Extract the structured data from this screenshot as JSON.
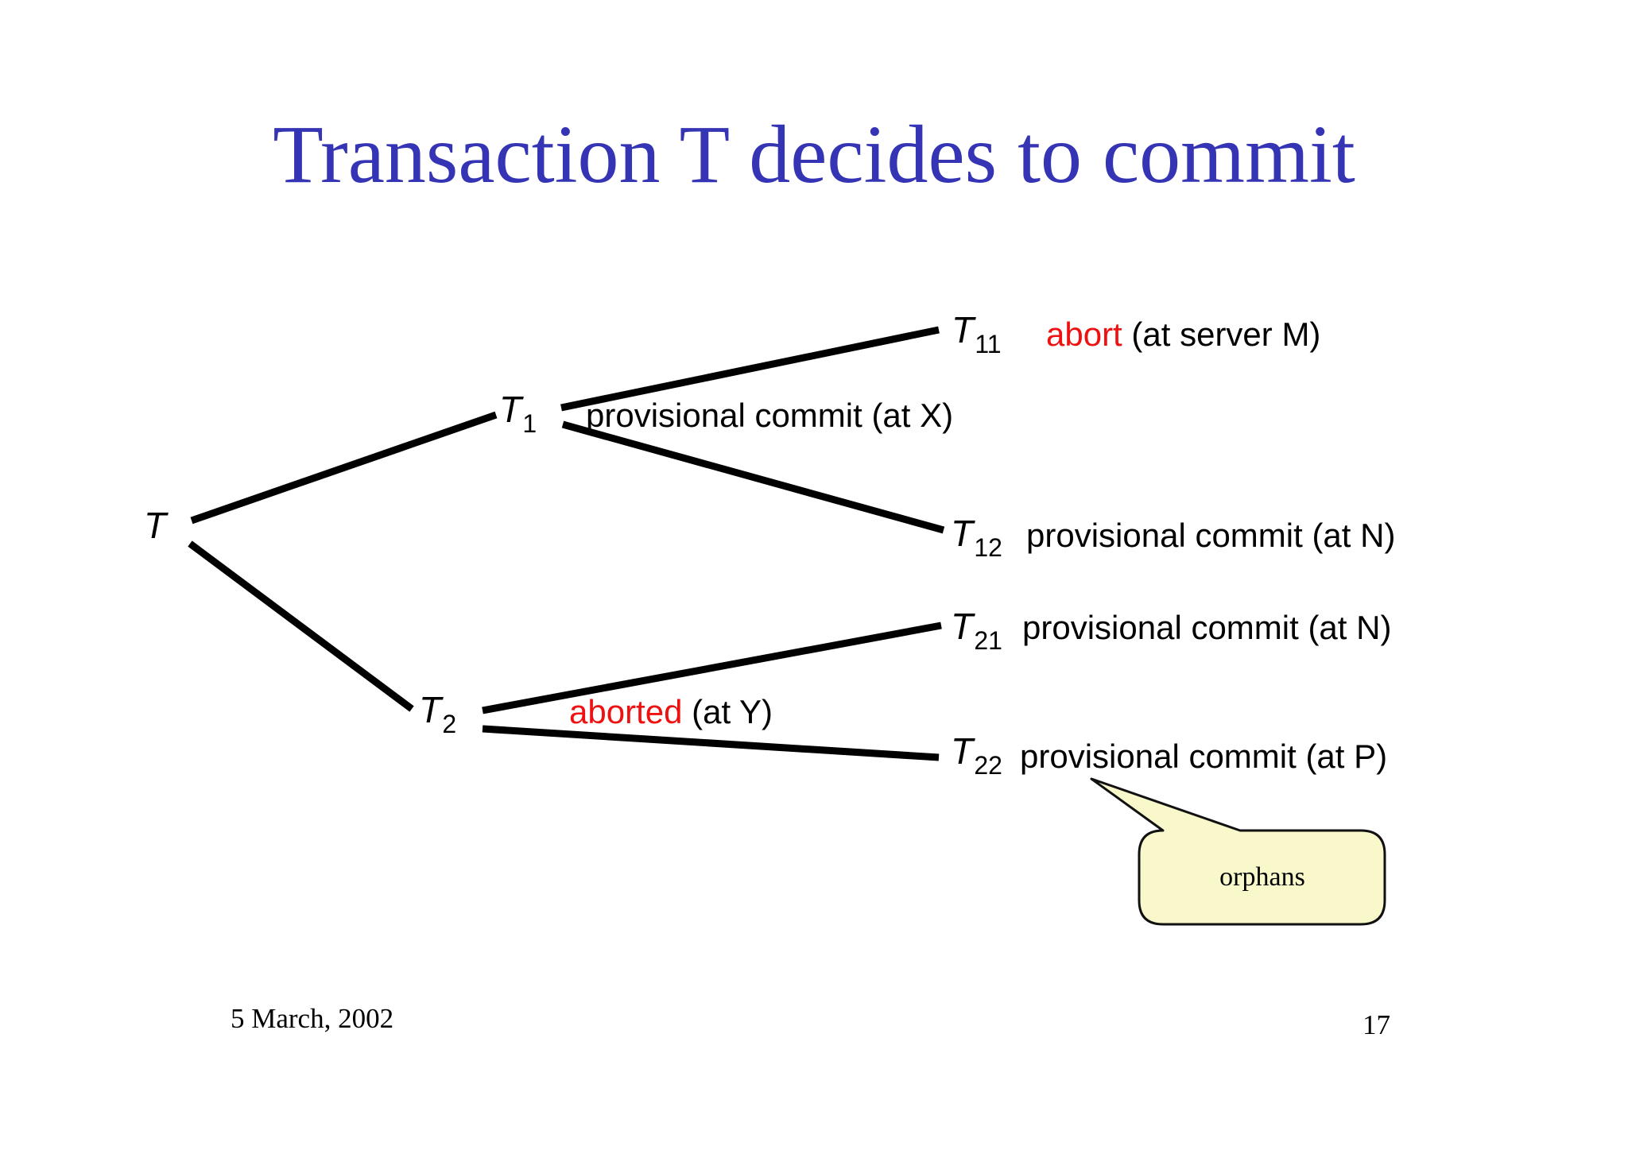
{
  "slide": {
    "title": "Transaction T decides to commit",
    "footer_date": "5 March, 2002",
    "page_number": "17"
  },
  "tree": {
    "nodes": {
      "t": {
        "main": "T",
        "sub": ""
      },
      "t1": {
        "main": "T",
        "sub": "1"
      },
      "t2": {
        "main": "T",
        "sub": "2"
      },
      "t11": {
        "main": "T",
        "sub": "11"
      },
      "t12": {
        "main": "T",
        "sub": "12"
      },
      "t21": {
        "main": "T",
        "sub": "21"
      },
      "t22": {
        "main": "T",
        "sub": "22"
      }
    },
    "annotations": {
      "t11": {
        "highlight": "abort",
        "rest": " (at server M)"
      },
      "t1": {
        "highlight": "",
        "rest": "provisional commit (at X)"
      },
      "t12": {
        "highlight": "",
        "rest": "provisional commit (at N)"
      },
      "t21": {
        "highlight": "",
        "rest": "provisional commit (at N)"
      },
      "t2": {
        "highlight": "aborted",
        "rest": " (at Y)"
      },
      "t22": {
        "highlight": "",
        "rest": "provisional commit (at P)"
      }
    },
    "callout": {
      "label": "orphans"
    }
  },
  "colors": {
    "title": "#3434b4",
    "highlight": "#ee1111",
    "line": "#000000",
    "callout_fill": "#f8f8cb"
  }
}
